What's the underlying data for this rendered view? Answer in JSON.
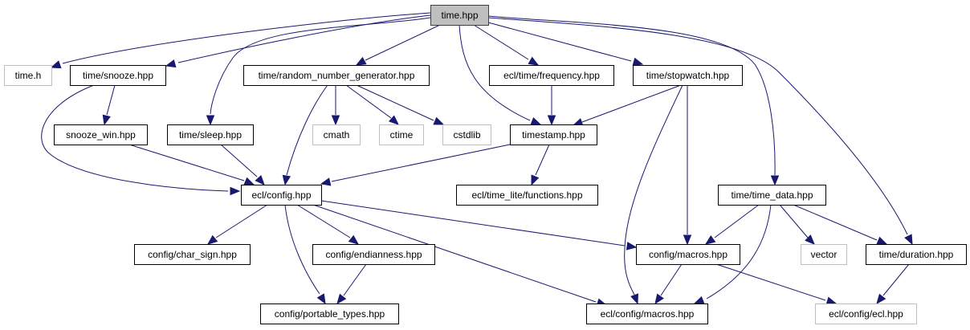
{
  "diagram": {
    "title": "time.hpp include dependency graph",
    "colors": {
      "edge": "#191970",
      "root_fill": "#bfbfbf",
      "root_border": "#404040",
      "doc_border": "#000000",
      "external_border": "#bfbfbf",
      "node_fill": "#ffffff"
    },
    "nodes": [
      {
        "id": "time_hpp",
        "label": "time.hpp",
        "kind": "root"
      },
      {
        "id": "time_h",
        "label": "time.h",
        "kind": "external"
      },
      {
        "id": "snooze",
        "label": "time/snooze.hpp",
        "kind": "doc"
      },
      {
        "id": "rng",
        "label": "time/random_number_generator.hpp",
        "kind": "doc"
      },
      {
        "id": "frequency",
        "label": "ecl/time/frequency.hpp",
        "kind": "doc"
      },
      {
        "id": "stopwatch",
        "label": "time/stopwatch.hpp",
        "kind": "doc"
      },
      {
        "id": "snooze_win",
        "label": "snooze_win.hpp",
        "kind": "doc"
      },
      {
        "id": "sleep",
        "label": "time/sleep.hpp",
        "kind": "doc"
      },
      {
        "id": "cmath",
        "label": "cmath",
        "kind": "external"
      },
      {
        "id": "ctime",
        "label": "ctime",
        "kind": "external"
      },
      {
        "id": "cstdlib",
        "label": "cstdlib",
        "kind": "external"
      },
      {
        "id": "timestamp",
        "label": "timestamp.hpp",
        "kind": "doc"
      },
      {
        "id": "config",
        "label": "ecl/config.hpp",
        "kind": "doc"
      },
      {
        "id": "functions",
        "label": "ecl/time_lite/functions.hpp",
        "kind": "doc"
      },
      {
        "id": "time_data",
        "label": "time/time_data.hpp",
        "kind": "doc"
      },
      {
        "id": "char_sign",
        "label": "config/char_sign.hpp",
        "kind": "doc"
      },
      {
        "id": "endianness",
        "label": "config/endianness.hpp",
        "kind": "doc"
      },
      {
        "id": "macros",
        "label": "config/macros.hpp",
        "kind": "doc"
      },
      {
        "id": "vector",
        "label": "vector",
        "kind": "external"
      },
      {
        "id": "duration",
        "label": "time/duration.hpp",
        "kind": "doc"
      },
      {
        "id": "portable_types",
        "label": "config/portable_types.hpp",
        "kind": "doc"
      },
      {
        "id": "ecl_macros",
        "label": "ecl/config/macros.hpp",
        "kind": "doc"
      },
      {
        "id": "ecl_hpp",
        "label": "ecl/config/ecl.hpp",
        "kind": "external"
      }
    ],
    "edges": [
      {
        "from": "time_hpp",
        "to": "time_h"
      },
      {
        "from": "time_hpp",
        "to": "snooze"
      },
      {
        "from": "time_hpp",
        "to": "sleep"
      },
      {
        "from": "time_hpp",
        "to": "rng"
      },
      {
        "from": "time_hpp",
        "to": "timestamp"
      },
      {
        "from": "time_hpp",
        "to": "frequency"
      },
      {
        "from": "time_hpp",
        "to": "stopwatch"
      },
      {
        "from": "time_hpp",
        "to": "time_data"
      },
      {
        "from": "time_hpp",
        "to": "duration"
      },
      {
        "from": "snooze",
        "to": "snooze_win"
      },
      {
        "from": "snooze",
        "to": "config"
      },
      {
        "from": "snooze_win",
        "to": "config"
      },
      {
        "from": "sleep",
        "to": "config"
      },
      {
        "from": "rng",
        "to": "config"
      },
      {
        "from": "rng",
        "to": "cmath"
      },
      {
        "from": "rng",
        "to": "ctime"
      },
      {
        "from": "rng",
        "to": "cstdlib"
      },
      {
        "from": "frequency",
        "to": "timestamp"
      },
      {
        "from": "stopwatch",
        "to": "timestamp"
      },
      {
        "from": "stopwatch",
        "to": "macros"
      },
      {
        "from": "stopwatch",
        "to": "ecl_macros"
      },
      {
        "from": "timestamp",
        "to": "config"
      },
      {
        "from": "timestamp",
        "to": "functions"
      },
      {
        "from": "config",
        "to": "char_sign"
      },
      {
        "from": "config",
        "to": "portable_types"
      },
      {
        "from": "config",
        "to": "endianness"
      },
      {
        "from": "config",
        "to": "macros"
      },
      {
        "from": "config",
        "to": "ecl_macros"
      },
      {
        "from": "endianness",
        "to": "portable_types"
      },
      {
        "from": "time_data",
        "to": "macros"
      },
      {
        "from": "time_data",
        "to": "ecl_macros"
      },
      {
        "from": "time_data",
        "to": "vector"
      },
      {
        "from": "time_data",
        "to": "duration"
      },
      {
        "from": "macros",
        "to": "ecl_macros"
      },
      {
        "from": "macros",
        "to": "ecl_hpp"
      },
      {
        "from": "duration",
        "to": "ecl_hpp"
      }
    ]
  }
}
